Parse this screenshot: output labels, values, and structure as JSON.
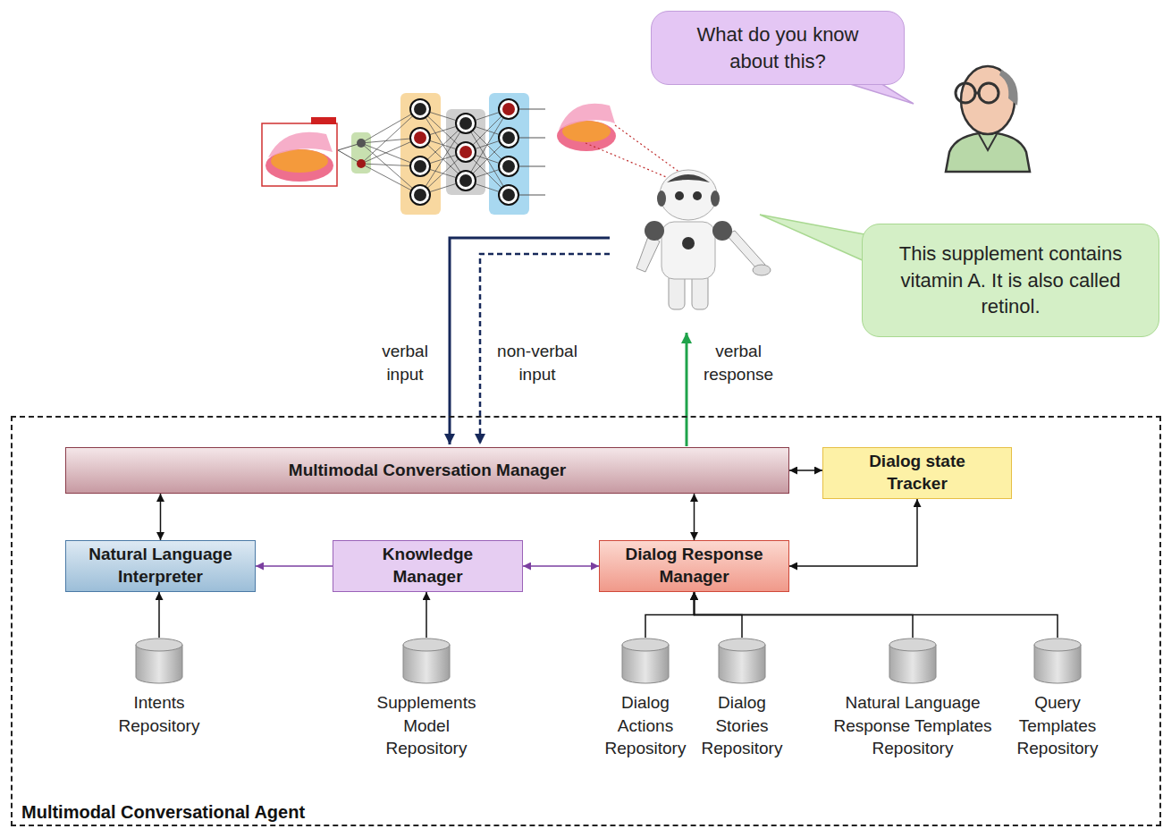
{
  "diagram": {
    "nodes": [
      {
        "text": [
          "What do you know about this?"
        ]
      },
      {
        "text": [
          "This supplement contains vitamin A. It is also called retinol."
        ]
      },
      {
        "text": [
          "Multimodal Conversational Agent"
        ]
      },
      {
        "text": [
          "Multimodal Conversation Manager"
        ],
        "in": 2
      },
      {
        "text": [
          "Dialog state Tracker"
        ],
        "in": 2
      },
      {
        "text": [
          "Natural Language Interpreter"
        ],
        "in": 2
      },
      {
        "text": [
          "Knowledge Manager"
        ],
        "in": 2
      },
      {
        "text": [
          "Dialog Response Manager"
        ],
        "in": 2
      },
      {
        "text": [
          "Intents Repository"
        ],
        "in": 2
      },
      {
        "text": [
          "Supplements Model Repository"
        ],
        "in": 2
      },
      {
        "text": [
          "Dialog Actions Repository"
        ],
        "in": 2
      },
      {
        "text": [
          "Dialog Stories Repository"
        ],
        "in": 2
      },
      {
        "text": [
          "Natural Language Response Templates Repository"
        ],
        "in": 2
      },
      {
        "text": [
          "Query Templates Repository"
        ],
        "in": 2
      }
    ],
    "edges": [
      {
        "from": 3,
        "to": 4,
        "arrow": "both"
      },
      {
        "from": 3,
        "to": 5,
        "arrow": "both"
      },
      {
        "from": 3,
        "to": 7,
        "arrow": "both"
      },
      {
        "from": 6,
        "to": 5,
        "arrow": "to"
      },
      {
        "from": 6,
        "to": 7,
        "arrow": "both"
      },
      {
        "from": 4,
        "to": 7,
        "arrow": "both"
      },
      {
        "from": 8,
        "to": 5,
        "arrow": "to"
      },
      {
        "from": 9,
        "to": 6,
        "arrow": "to"
      },
      {
        "from": 10,
        "to": 7,
        "arrow": "to"
      },
      {
        "from": 11,
        "to": 7,
        "arrow": "to"
      },
      {
        "from": 12,
        "to": 7,
        "arrow": "to"
      },
      {
        "from": 13,
        "to": 7,
        "arrow": "to"
      }
    ],
    "labels": [
      "verbal input",
      "non-verbal input",
      "verbal response"
    ]
  }
}
